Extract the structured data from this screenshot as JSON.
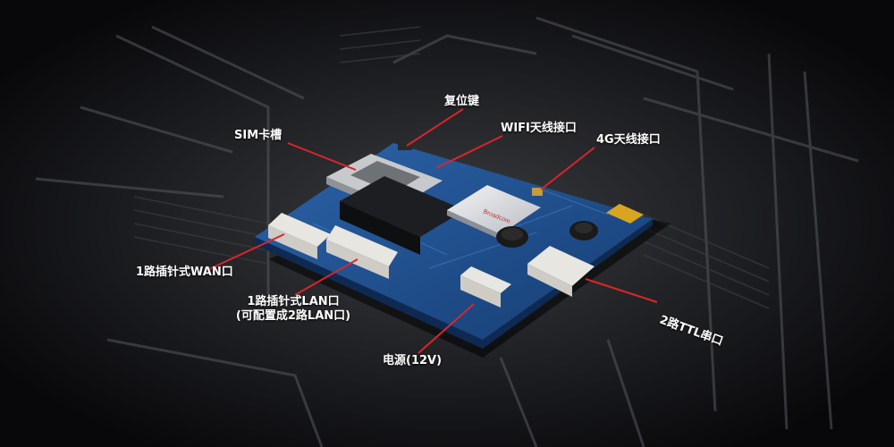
{
  "labels": {
    "reset_button": "复位键",
    "sim_slot": "SIM卡槽",
    "wifi_antenna": "WIFI天线接口",
    "lte_antenna": "4G天线接口",
    "wan_port": "1路插针式WAN口",
    "lan_port_line1": "1路插针式LAN口",
    "lan_port_line2": "(可配置成2路LAN口)",
    "ttl_serial": "2路TTL串口",
    "power": "电源(12V)"
  },
  "colors": {
    "background": "#0b0b0c",
    "pcb_blue": "#1e4f8f",
    "pointer_red": "#d8262b",
    "connector_white": "#e8e6e0"
  }
}
